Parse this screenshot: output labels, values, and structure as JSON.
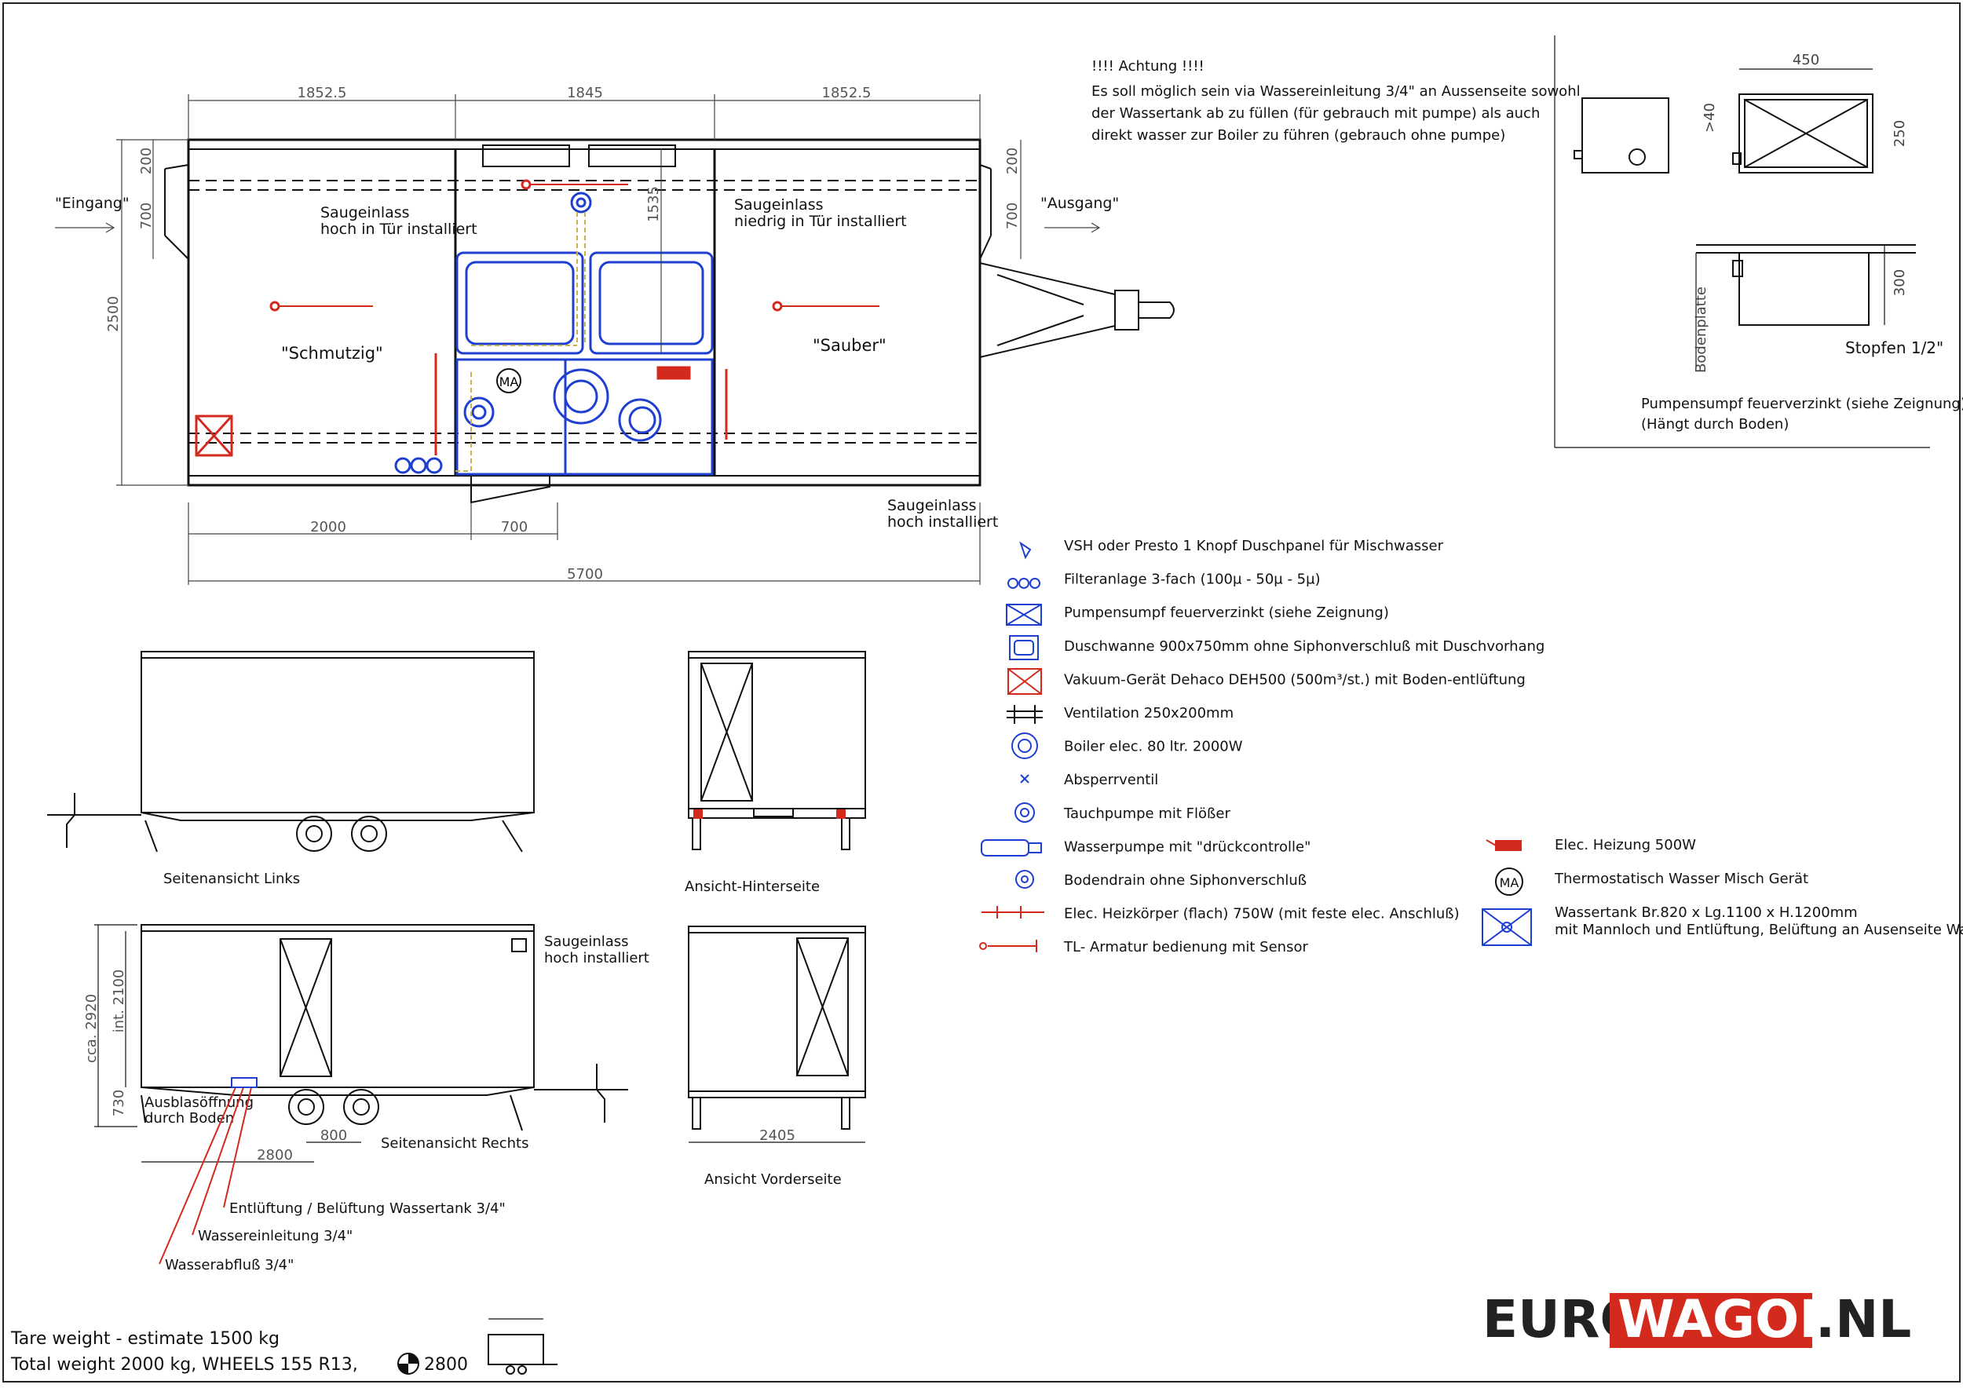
{
  "notes": {
    "achtung_title": "!!!! Achtung !!!!",
    "achtung_lines": [
      "Es soll möglich sein via Wassereinleitung 3/4\" an Aussenseite sowohl",
      "der Wassertank ab zu füllen (für gebrauch mit pumpe) als auch",
      "direkt wasser zur Boiler zu führen (gebrauch ohne pumpe)"
    ]
  },
  "plan": {
    "dims_top": [
      "1852.5",
      "1845",
      "1852.5"
    ],
    "dims_left": [
      "200",
      "700",
      "2500"
    ],
    "dims_right": [
      "200",
      "700"
    ],
    "dim_inner": "1535",
    "dims_bottom": [
      "2000",
      "700",
      "5700"
    ],
    "eingang": "\"Eingang\"",
    "ausgang": "\"Ausgang\"",
    "saug_left": [
      "Saugeinlass",
      "hoch in Tür installiert"
    ],
    "saug_right": [
      "Saugeinlass",
      "niedrig in Tür installiert"
    ],
    "saug_bottom": [
      "Saugeinlass",
      "hoch installiert"
    ],
    "schmutzig": "\"Schmutzig\"",
    "sauber": "\"Sauber\"",
    "ma": "MA"
  },
  "tank_detail": {
    "dim_450": "450",
    "dim_40": ">40",
    "dim_250": "250",
    "dim_300": "300",
    "bodenplatte": "Bodenplatte",
    "stopfen": "Stopfen 1/2\"",
    "caption": [
      "Pumpensumpf feuerverzinkt (siehe Zeignung)",
      "(Hängt durch Boden)"
    ]
  },
  "legend": [
    {
      "icon": "shower-panel-icon",
      "label": "VSH oder Presto 1 Knopf Duschpanel für Mischwasser"
    },
    {
      "icon": "filter-icon",
      "label": "Filteranlage 3-fach (100µ - 50µ - 5µ)"
    },
    {
      "icon": "pump-sump-icon",
      "label": "Pumpensumpf feuerverzinkt (siehe Zeignung)"
    },
    {
      "icon": "shower-tray-icon",
      "label": "Duschwanne 900x750mm ohne Siphonverschluß mit Duschvorhang"
    },
    {
      "icon": "vacuum-device-icon",
      "label": "Vakuum-Gerät Dehaco DEH500 (500m³/st.) mit Boden-entlüftung"
    },
    {
      "icon": "ventilation-icon",
      "label": "Ventilation 250x200mm"
    },
    {
      "icon": "boiler-icon",
      "label": "Boiler elec. 80 ltr. 2000W"
    },
    {
      "icon": "shutoff-valve-icon",
      "label": "Absperrventil"
    },
    {
      "icon": "submersible-pump-icon",
      "label": "Tauchpumpe mit Flößer"
    },
    {
      "icon": "water-pump-icon",
      "label": "Wasserpumpe mit \"drückcontrolle\""
    },
    {
      "icon": "floor-drain-icon",
      "label": "Bodendrain ohne Siphonverschluß"
    },
    {
      "icon": "heater-flat-icon",
      "label": "Elec. Heizkörper (flach) 750W (mit feste elec. Anschluß)"
    },
    {
      "icon": "tl-fitting-icon",
      "label": "TL- Armatur bedienung mit Sensor"
    }
  ],
  "legend_right": [
    {
      "icon": "heater-500w-icon",
      "label": "Elec. Heizung 500W"
    },
    {
      "icon": "thermostatic-mixer-icon",
      "label": "Thermostatisch Wasser Misch Gerät"
    },
    {
      "icon": "water-tank-icon",
      "label": "Wassertank Br.820 x Lg.1100 x H.1200mm",
      "label2": "mit Mannloch und Entlüftung, Belüftung an Ausenseite Wagen"
    }
  ],
  "views": {
    "side_left": "Seitenansicht Links",
    "rear": "Ansicht-Hinterseite",
    "side_right": "Seitenansicht Rechts",
    "front": "Ansicht Vorderseite",
    "saug_side": [
      "Saugeinlass",
      "hoch installiert"
    ],
    "ausblas": [
      "Ausblasöffnung",
      "durch Boden"
    ],
    "dim_2920": "cca. 2920",
    "dim_2100": "int. 2100",
    "dim_730": "730",
    "dim_800": "800",
    "dim_2800": "2800",
    "dim_2405": "2405",
    "callouts": [
      "Entlüftung / Belüftung Wassertank 3/4\"",
      "Wassereinleitung 3/4\"",
      "Wasserabfluß 3/4\""
    ]
  },
  "footer": {
    "line1": "Tare weight - estimate 1500 kg",
    "line2": "Total weight 2000 kg,  WHEELS 155 R13,",
    "wheel_value": "2800",
    "logo_left": "EURO",
    "logo_mid": "WAGON",
    "logo_right": ".NL",
    "brand_red": "#d42a1e",
    "accent_blue": "#1f3fd0"
  }
}
